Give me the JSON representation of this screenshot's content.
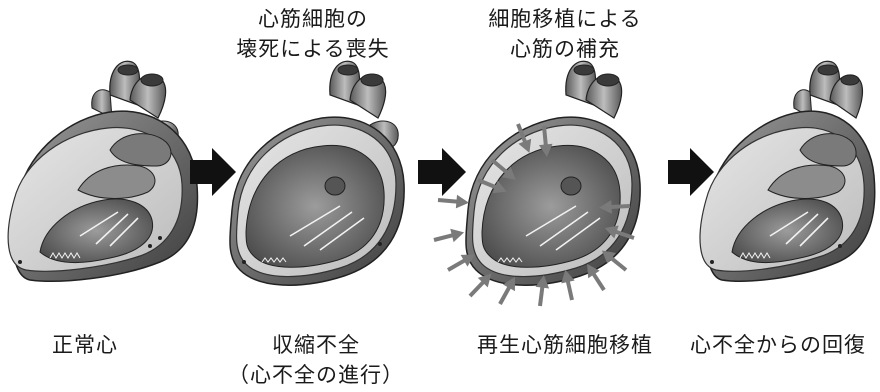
{
  "captions": {
    "top_2": [
      "心筋細胞の",
      "壊死による喪失"
    ],
    "top_3": [
      "細胞移植による",
      "心筋の補充"
    ],
    "bottom_1": [
      "正常心"
    ],
    "bottom_2": [
      "収縮不全",
      "（心不全の進行）"
    ],
    "bottom_3": [
      "再生心筋細胞移植"
    ],
    "bottom_4": [
      "心不全からの回復"
    ]
  },
  "colors": {
    "heart_dark": "#4a4a4a",
    "heart_mid": "#8a8a8a",
    "heart_light": "#d0d0d0",
    "arrow_fill": "#111111",
    "graft_arrow": "#7a7a7a"
  },
  "stages": [
    {
      "condition": "normal"
    },
    {
      "condition": "dilated-failing"
    },
    {
      "condition": "cell-transplant"
    },
    {
      "condition": "recovered"
    }
  ]
}
